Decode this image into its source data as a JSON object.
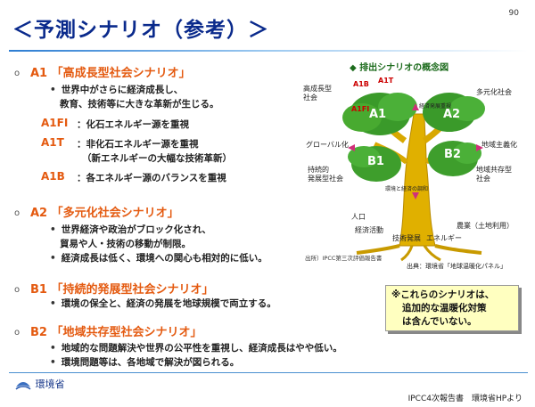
{
  "page_number": "90",
  "title": "＜予測シナリオ（参考）＞",
  "sections": [
    {
      "heading": "A1 「高成長型社会シナリオ」",
      "lines": [
        "世界中がさらに経済成長し、",
        "教育、技術等に大きな革新が生じる。"
      ]
    },
    {
      "heading": "A2 「多元化社会シナリオ」",
      "lines": [
        "世界経済や政治がブロック化され、",
        "貿易や人・技術の移動が制限。",
        "経済成長は低く、環境への関心も相対的に低い。"
      ]
    },
    {
      "heading": "B1 「持続的発展型社会シナリオ」",
      "lines": [
        "環境の保全と、経済の発展を地球規模で両立する。"
      ]
    },
    {
      "heading": "B2 「地域共存型社会シナリオ」",
      "lines": [
        "地域的な問題解決や世界の公平性を重視し、経済成長はやや低い。",
        "環境問題等は、各地域で解決が図られる。"
      ]
    }
  ],
  "a1_variants": [
    {
      "code": "A1FI",
      "desc": "：化石エネルギー源を重視"
    },
    {
      "code": "A1T",
      "desc": "：非化石エネルギー源を重視"
    },
    {
      "code": "",
      "desc": "（新エネルギーの大幅な技術革新）"
    },
    {
      "code": "A1B",
      "desc": "：各エネルギー源のバランスを重視"
    }
  ],
  "diagram": {
    "title": "◆ 排出シナリオの概念図",
    "labels": {
      "high_growth": "高成長型\n社会",
      "diversified": "多元化社会",
      "globalization": "グローバル化",
      "regionalization": "地域主義化",
      "sustainable": "持続的\n発展型社会",
      "regional": "地域共存型\n社会",
      "econ_focus": "経済発展重視",
      "env_harmony": "環境と経済の調和",
      "population": "人口",
      "economic_activity": "経済活動",
      "agriculture": "農業（土地利用）",
      "tech_dev": "技術発展",
      "energy": "エネルギー"
    },
    "leaf_codes": [
      "A1B",
      "A1T",
      "A1FI"
    ],
    "big_leaves": [
      "A1",
      "A2",
      "B1",
      "B2"
    ],
    "source_left": "出所）IPCC第三次評価報告書",
    "source_right": "出典：環境省「地球温暖化パネル」"
  },
  "note": [
    "※これらのシナリオは、",
    "追加的な温暖化対策",
    "は含んでいない。"
  ],
  "footer": {
    "logo": "環境省",
    "source": "IPCC4次報告書　環境省HPより"
  },
  "colors": {
    "title": "#0a2a8c",
    "heading": "#e45a10",
    "note_bg": "#ffffc0"
  }
}
